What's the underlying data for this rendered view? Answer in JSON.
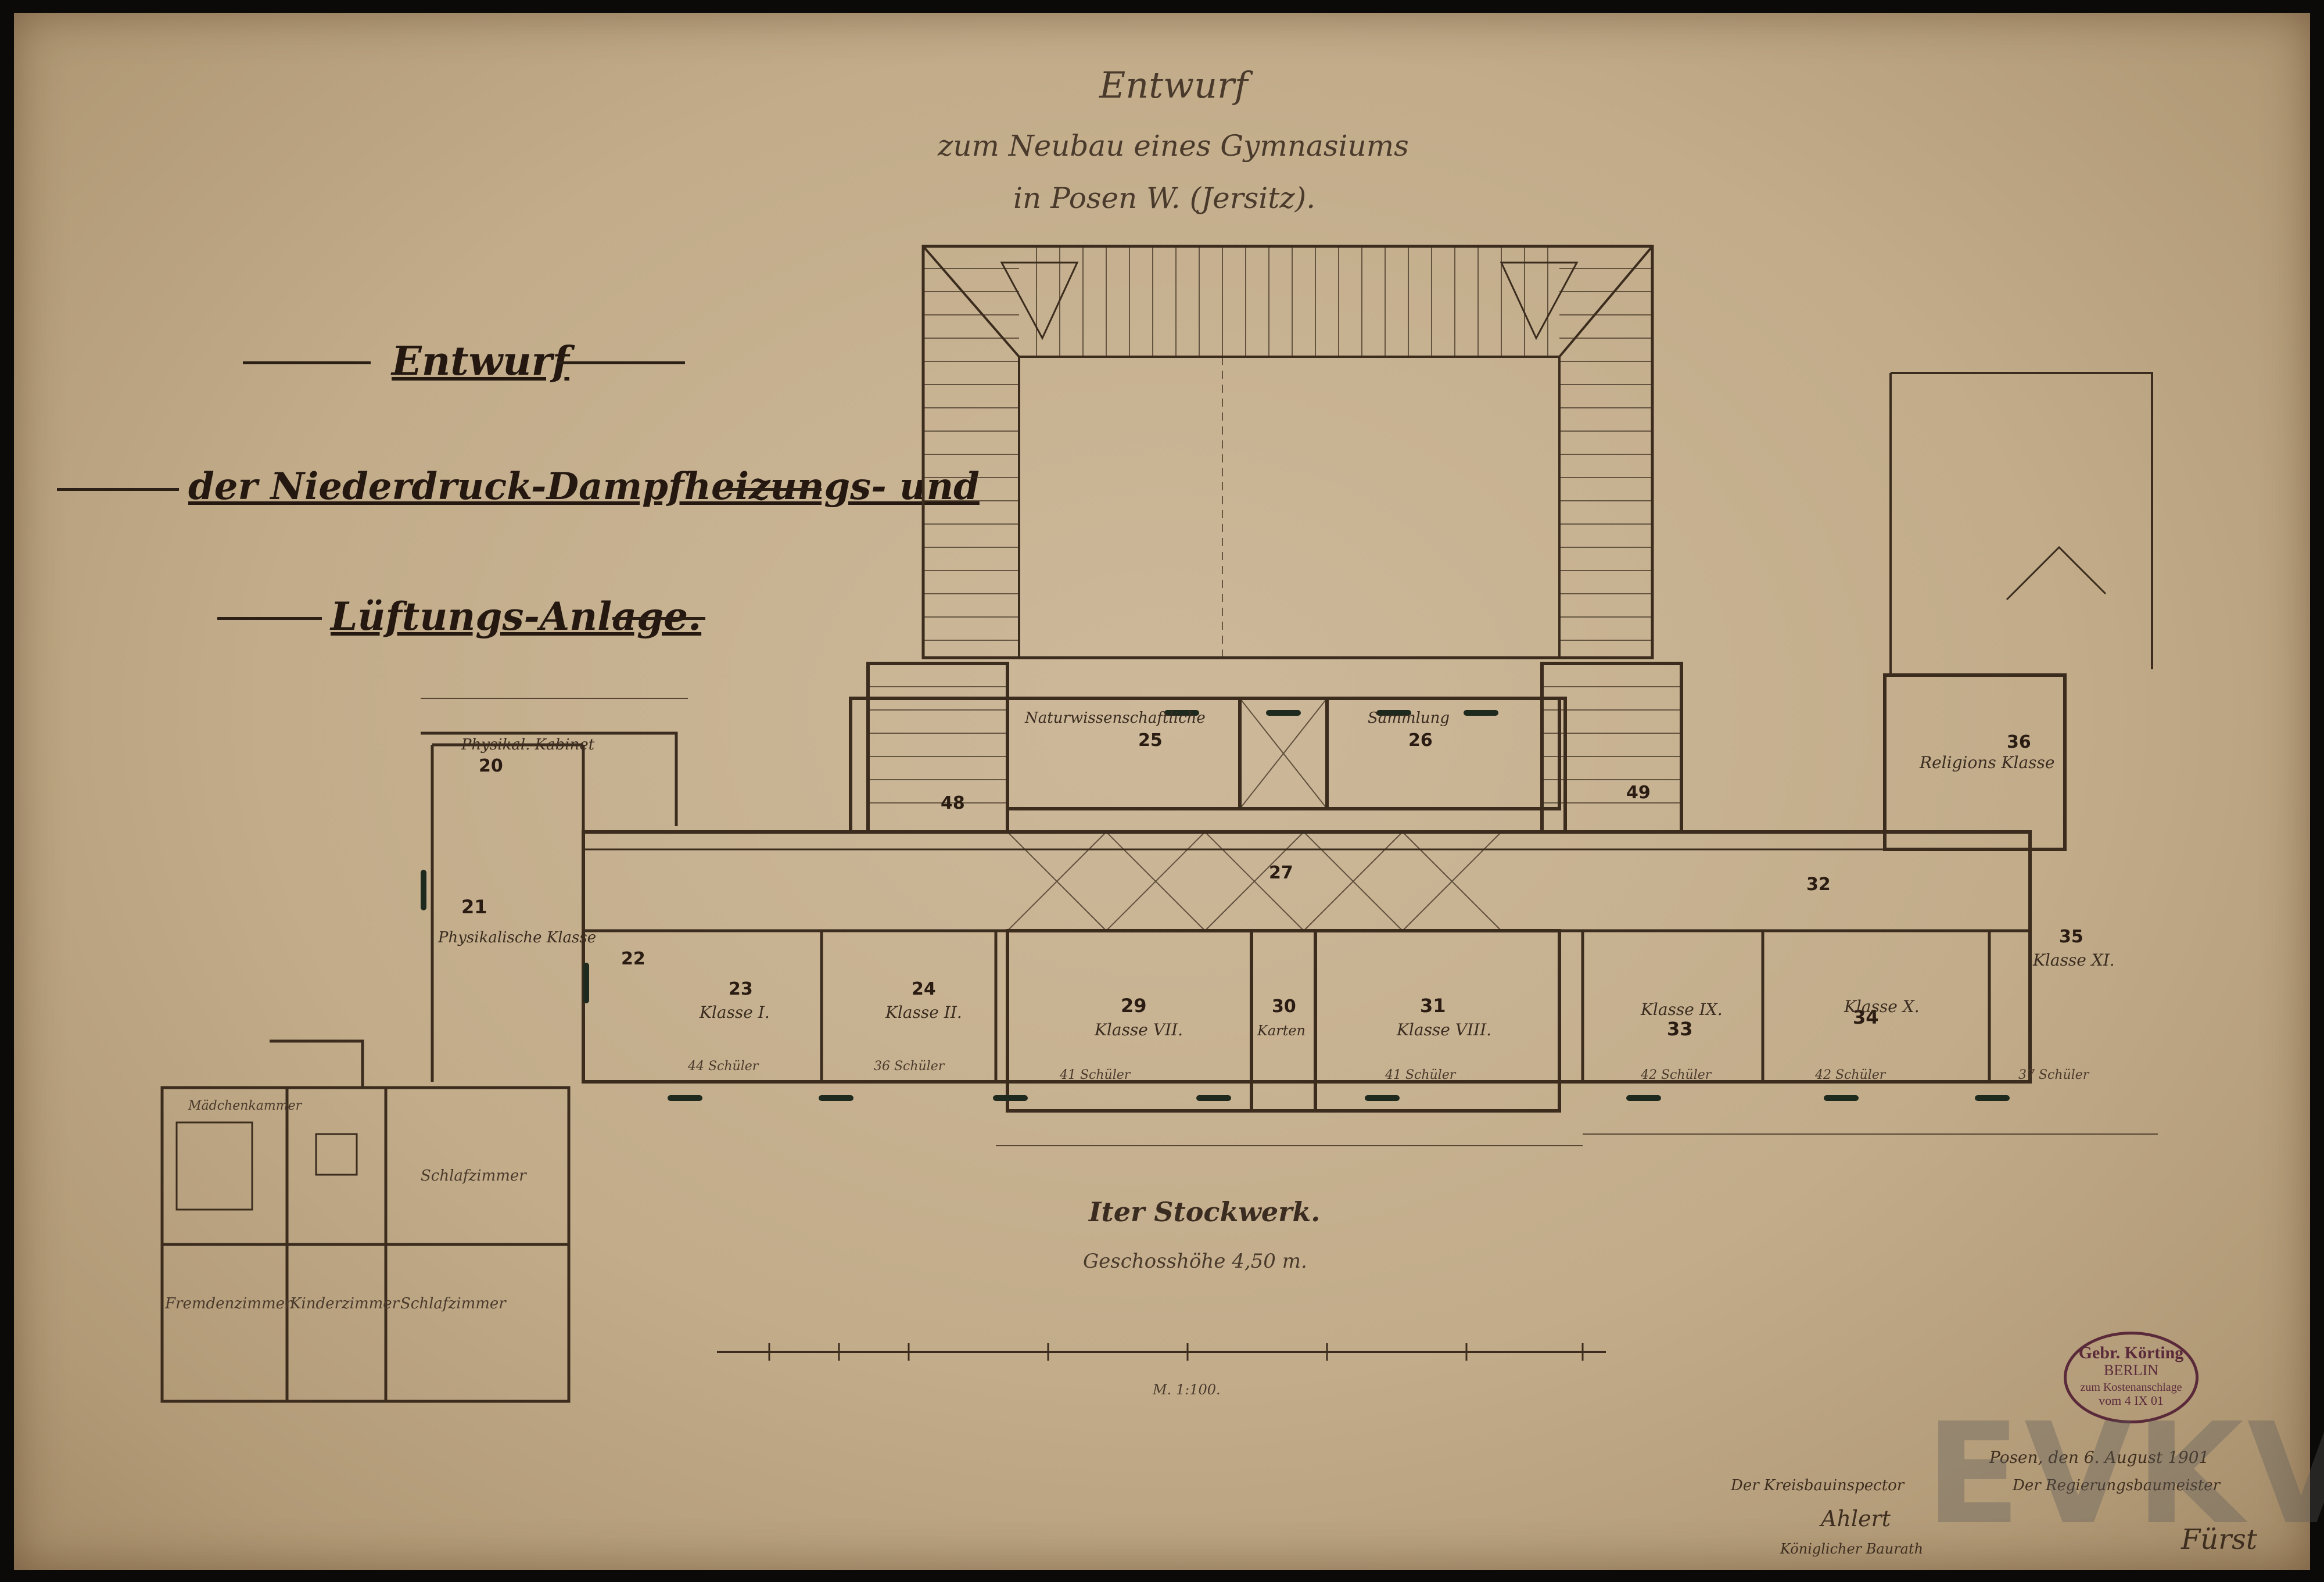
{
  "title": {
    "line1": "Entwurf",
    "line2": "zum Neubau eines Gymnasiums",
    "line3": "in Posen W. (Jersitz)."
  },
  "legend": {
    "line1": "Entwurf",
    "line2": "der Niederdruck-Dampfheizungs- und",
    "line3": "Lüftungs-Anlage."
  },
  "floor": {
    "label": "Iter Stockwerk.",
    "height": "Geschosshöhe 4,50 m."
  },
  "scale_label": "M. 1:100.",
  "rooms": [
    {
      "id": "20",
      "name": "Physikal. Kabinet"
    },
    {
      "id": "21",
      "name": "Physikalische Klasse"
    },
    {
      "id": "22",
      "name": ""
    },
    {
      "id": "23",
      "name": "Klasse I."
    },
    {
      "id": "24",
      "name": "Klasse II."
    },
    {
      "id": "25",
      "name": "Naturwissenschaftliche"
    },
    {
      "id": "26",
      "name": "Sammlung"
    },
    {
      "id": "27",
      "name": ""
    },
    {
      "id": "29",
      "name": "Klasse VII."
    },
    {
      "id": "30",
      "name": "Karten"
    },
    {
      "id": "31",
      "name": "Klasse VIII."
    },
    {
      "id": "32",
      "name": ""
    },
    {
      "id": "33",
      "name": "Klasse IX."
    },
    {
      "id": "34",
      "name": "Klasse X."
    },
    {
      "id": "35",
      "name": "Klasse XI."
    },
    {
      "id": "36",
      "name": "Religions Klasse"
    },
    {
      "id": "48",
      "name": ""
    },
    {
      "id": "49",
      "name": ""
    }
  ],
  "room_notes": {
    "r24_pupils": "36 Schüler",
    "r29_pupils": "41 Schüler",
    "r31_pupils": "41 Schüler",
    "r33_pupils": "42 Schüler",
    "r34_pupils": "42 Schüler",
    "r35_pupils": "37 Schüler",
    "r23_pupils": "44 Schüler"
  },
  "annex_rooms": {
    "a1": "Schlafzimmer",
    "a2": "Fremdenzimmer",
    "a3": "Kinderzimmer",
    "a4": "Schlafzimmer",
    "a5": "Mädchenkammer"
  },
  "stamp": {
    "line1": "Gebr. Körting",
    "line2": "BERLIN",
    "line3": "zum Kostenanschlage",
    "line4": "vom 4 IX 01"
  },
  "signatures": {
    "date": "Posen, den 6. August 1901",
    "left_title": "Der Kreisbauinspector",
    "right_title": "Der Regierungsbaumeister",
    "left_name": "Ahlert",
    "left_rank": "Königlicher Baurath",
    "right_name": "Fürst"
  },
  "watermark": "EVKVI"
}
